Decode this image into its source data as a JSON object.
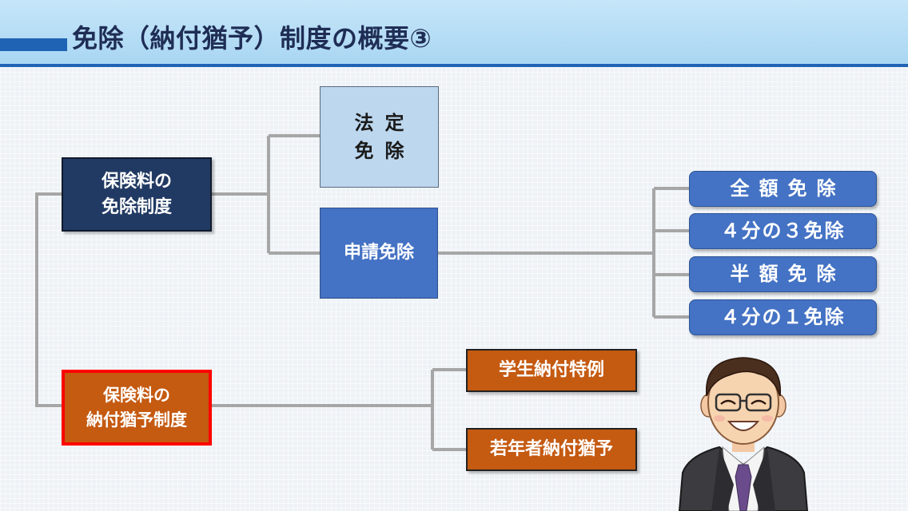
{
  "title": "免除（納付猶予）制度の概要③",
  "nodes": {
    "hokenryo_menjo": "保険料の\n免除制度",
    "hotei_menjo": "法定\n免除",
    "shinsei_menjo": "申請免除",
    "zengaku": "全額免除",
    "yonbun_san": "４分の３免除",
    "hangaku": "半額免除",
    "yonbun_ichi": "４分の１免除",
    "hokenryo_nofu": "保険料の\n納付猶予制度",
    "gakusei": "学生納付特例",
    "jakunen": "若年者納付猶予"
  },
  "colors": {
    "header_line": "#1f63b4",
    "navy": "#213a63",
    "light_blue": "#bdd7ee",
    "blue": "#4472c4",
    "orange": "#c55a11",
    "highlight": "#ff0000",
    "connector": "#a6a6a6"
  },
  "character": "smiling-man-in-suit"
}
